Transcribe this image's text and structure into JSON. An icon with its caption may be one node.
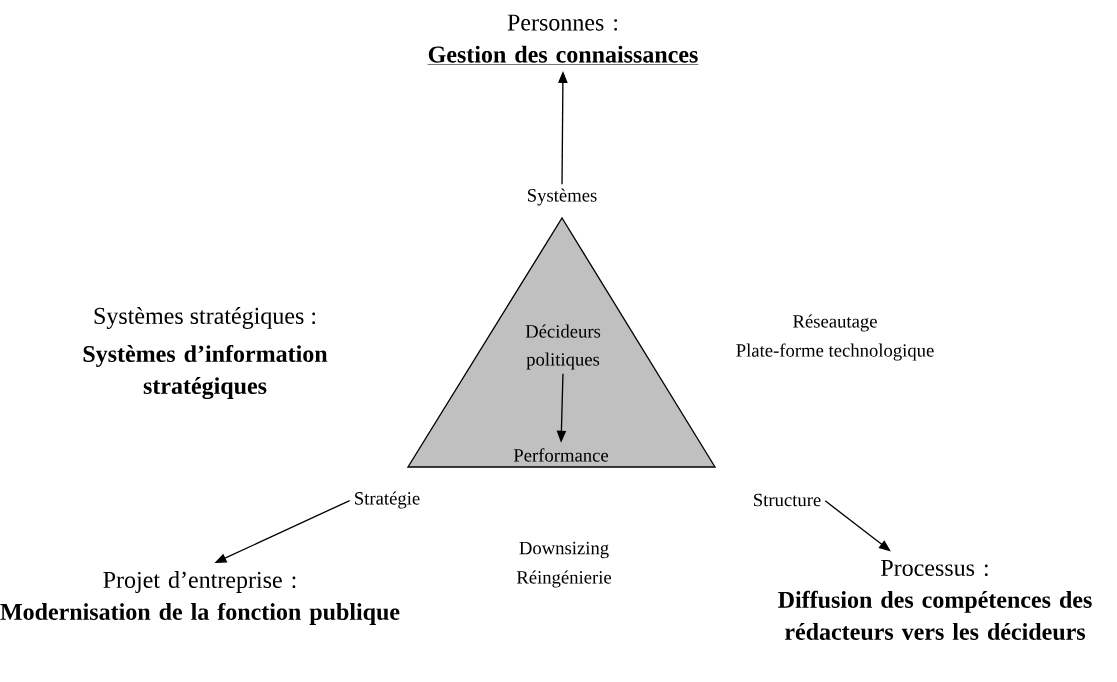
{
  "diagram": {
    "nodes": [
      {
        "text": [
          "Personnes :",
          "Gestion des connaissances"
        ]
      },
      {
        "text": [
          "Systèmes"
        ]
      },
      {
        "text": [],
        "shape": "triangle"
      },
      {
        "text": [
          "Décideurs politiques"
        ],
        "in": 2
      },
      {
        "text": [
          "Performance"
        ],
        "in": 2
      },
      {
        "text": [
          "Stratégie"
        ]
      },
      {
        "text": [
          "Projet d’entreprise :",
          "Modernisation de la fonction publique"
        ]
      },
      {
        "text": [
          "Structure"
        ]
      },
      {
        "text": [
          "Processus :",
          "Diffusion des compétences des rédacteurs vers les décideurs"
        ]
      }
    ],
    "edges": [
      {
        "from": 1,
        "to": 0,
        "arrow": "to"
      },
      {
        "from": 3,
        "to": 4,
        "arrow": "to"
      },
      {
        "from": 5,
        "to": 6,
        "arrow": "to"
      },
      {
        "from": 7,
        "to": 8,
        "arrow": "to"
      }
    ],
    "labels": [
      "Systèmes stratégiques :",
      "Systèmes d’information stratégiques",
      "Réseautage",
      "Plate-forme technologique",
      "Downsizing",
      "Réingénierie"
    ]
  }
}
